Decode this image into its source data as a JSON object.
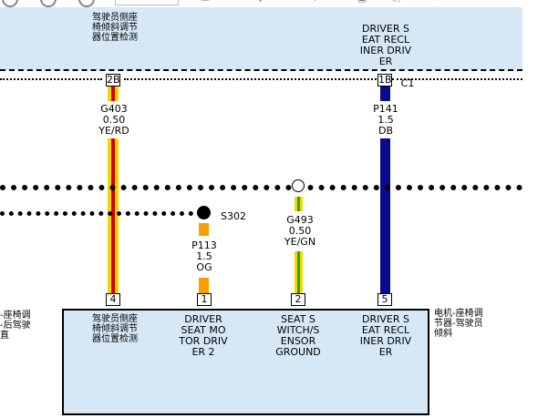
{
  "top_module": {
    "pin_2b_label": "驾驶员侧座\n椅倾斜调节\n器位置检测",
    "pin_1b_label": "DRIVER S\nEAT RECL\nINER DRIV\nER"
  },
  "connector": {
    "c1_label": "C1"
  },
  "pins_top": {
    "p2b": "2B",
    "p1b": "1B"
  },
  "wires": {
    "g403": {
      "id": "G403",
      "size": "0.50",
      "color": "YE/RD"
    },
    "p141": {
      "id": "P141",
      "size": "1.5",
      "color": "DB"
    },
    "g493": {
      "id": "G493",
      "size": "0.50",
      "color": "YE/GN"
    },
    "p113": {
      "id": "P113",
      "size": "1.5",
      "color": "OG"
    }
  },
  "splice": {
    "label": "S302"
  },
  "bottom_module": {
    "pin_4": "4",
    "pin_1": "1",
    "pin_2": "2",
    "pin_5": "5",
    "pin_4_label": "驾驶员侧座\n椅倾斜调节\n器位置检测",
    "pin_1_label": "DRIVER\nSEAT MO\nTOR DRIV\nER 2",
    "pin_2_label": "SEAT S\nWITCH/S\nENSOR\nGROUND",
    "pin_5_label": "DRIVER S\nEAT RECL\nINER DRIV\nER",
    "right_name": "电机-座椅调\n节器-驾驶员\n倾斜",
    "left_name": "-座椅调\n-后驾驶\n直"
  },
  "colors": {
    "panel": "#d6e8f6",
    "yellow": "#f2d600",
    "red": "#d40000",
    "dark_blue": "#0a0a8c",
    "green": "#2aa02a",
    "orange": "#f5a000"
  }
}
